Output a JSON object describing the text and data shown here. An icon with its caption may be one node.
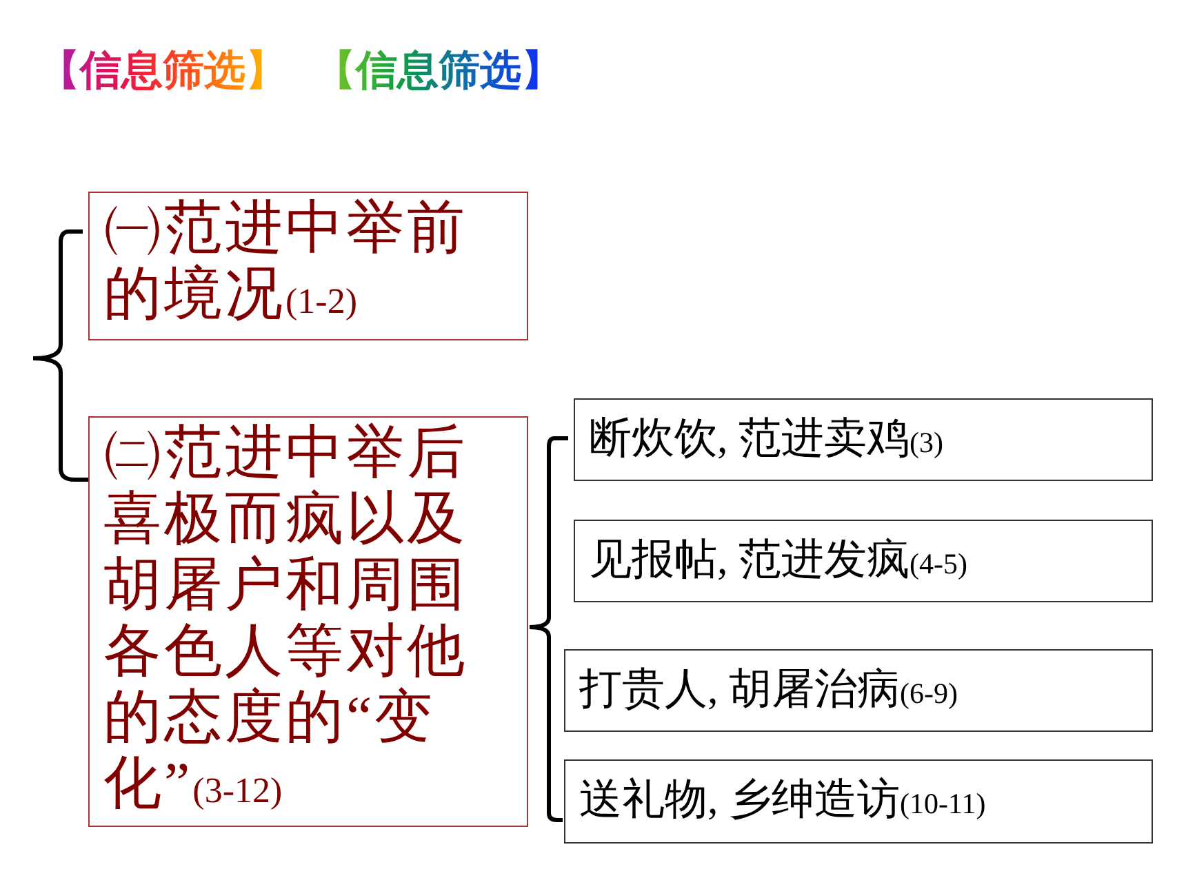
{
  "diagram": {
    "title": "【信息筛选】",
    "nodes": [
      {
        "text": [
          "㈠范进中举前的境况",
          "(1-2)"
        ]
      },
      {
        "text": [
          "㈡范进中举后喜极而疯以及胡屠户和周围各色人等对他的态度的“变化”",
          "(3-12)"
        ]
      },
      {
        "text": [
          "断炊饮, 范进卖鸡",
          "(3)"
        ]
      },
      {
        "text": [
          "见报帖, 范进发疯",
          "(4-5)"
        ]
      },
      {
        "text": [
          "打贵人, 胡屠治病",
          "(6-9)"
        ]
      },
      {
        "text": [
          "送礼物, 乡绅造访",
          "(10-11)"
        ]
      }
    ],
    "labels": [
      "【信息筛选】"
    ]
  }
}
